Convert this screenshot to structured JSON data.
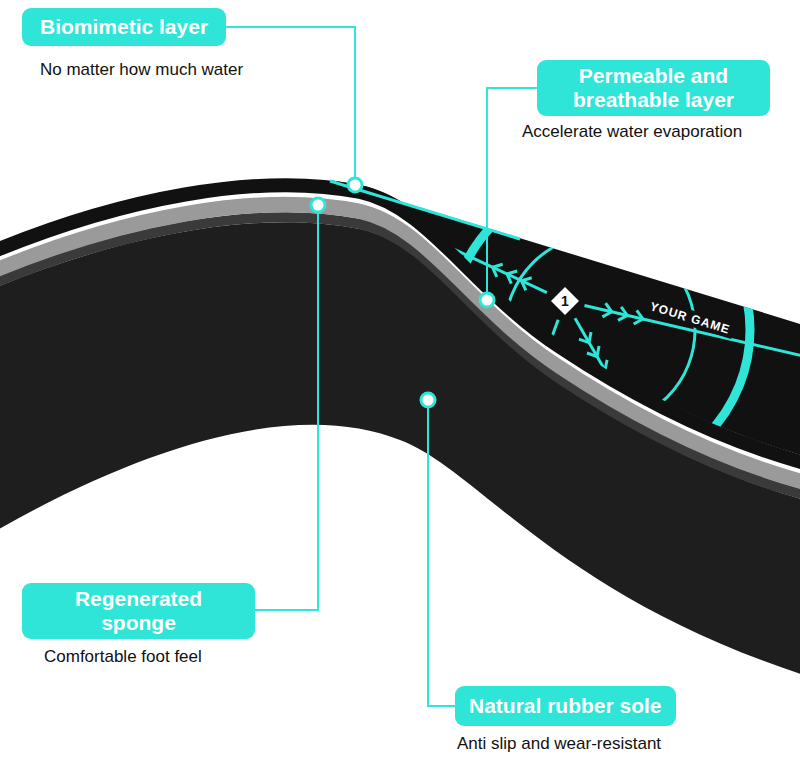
{
  "diagram": {
    "nodes": [
      {
        "text": [
          "Biomimetic layer",
          "No matter how much water"
        ]
      },
      {
        "text": [
          "Permeable and breathable layer",
          "Accelerate water evaporation"
        ]
      },
      {
        "text": [
          "Regenerated sponge",
          "Comfortable foot feel"
        ]
      },
      {
        "text": [
          "Natural rubber sole",
          "Anti slip and wear-resistant"
        ]
      }
    ],
    "labels": [
      "YOUR GAME",
      "1"
    ]
  }
}
